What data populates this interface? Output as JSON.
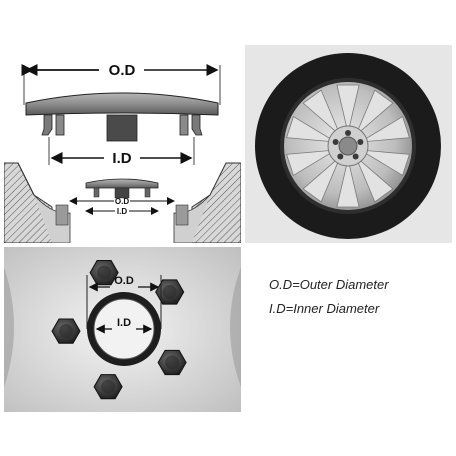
{
  "cap_diagram": {
    "od_label": "O.D",
    "id_label": "I.D",
    "small_od_label": "O.D",
    "small_id_label": "I.D"
  },
  "hub_photo": {
    "od_label": "O.D",
    "id_label": "I.D"
  },
  "legend": {
    "line1": "O.D=Outer Diameter",
    "line2": "I.D=Inner Diameter"
  },
  "colors": {
    "cap": "#8a8a8a",
    "cap_dark": "#3c3c3c",
    "tire": "#1a1a1a",
    "rim": "#c8c8c8",
    "hatch": "#666666"
  }
}
